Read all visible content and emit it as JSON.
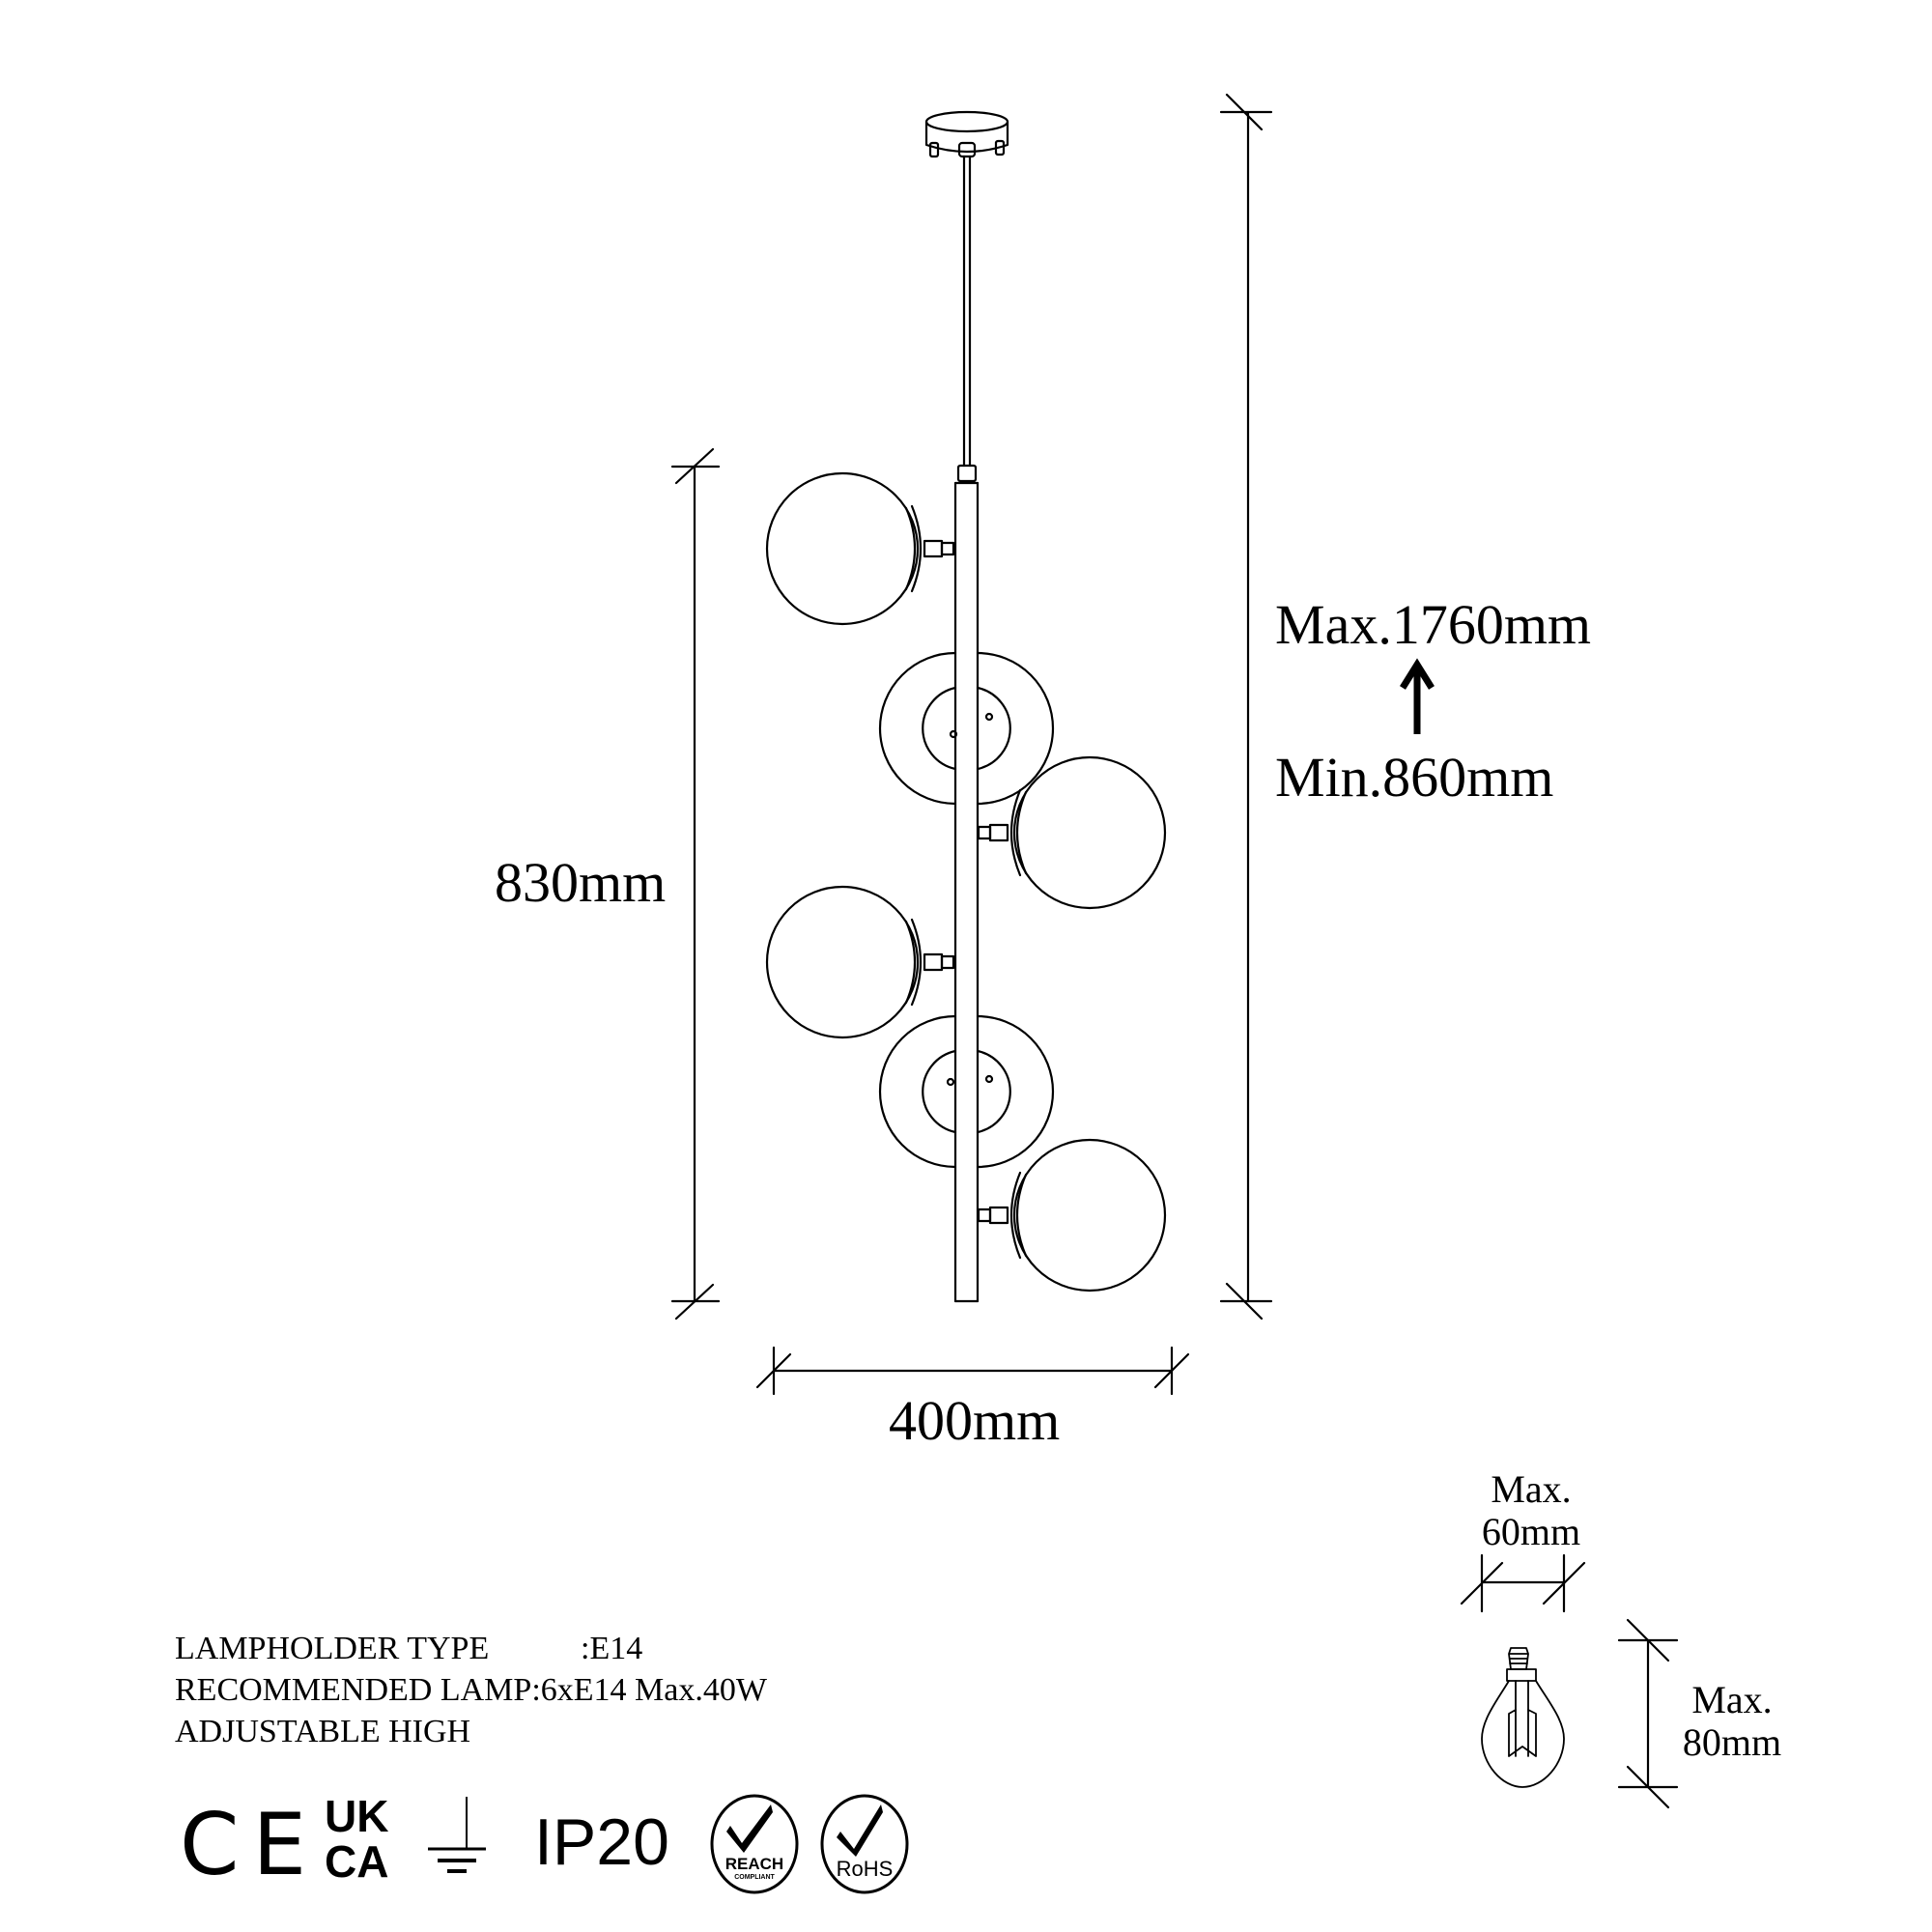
{
  "drawing": {
    "title": "Pendant lamp technical drawing",
    "stroke_color": "#000000",
    "background": "#ffffff"
  },
  "dimensions": {
    "height_body": "830mm",
    "width": "400mm",
    "height_max": "Max.1760mm",
    "height_min": "Min.860mm",
    "adjust_arrow_icon": "arrow-up-icon"
  },
  "bulb": {
    "width_label_line1": "Max.",
    "width_label_line2": "60mm",
    "height_label_line1": "Max.",
    "height_label_line2": "80mm",
    "icon": "e14-filament-bulb-icon"
  },
  "specs": [
    {
      "key": "LAMPHOLDER TYPE",
      "sep": ": ",
      "value": "E14"
    },
    {
      "key": "RECOMMENDED LAMP",
      "sep": ": ",
      "value": "6xE14 Max.40W"
    },
    {
      "key": "ADJUSTABLE HIGH",
      "sep": "",
      "value": ""
    }
  ],
  "certifications": {
    "ce": "CE",
    "ukca_top": "UK",
    "ukca_bottom": "CA",
    "ground_icon": "ground-symbol-icon",
    "ip_rating": "IP20",
    "reach_label": "REACH",
    "reach_sub": "COMPLIANT",
    "rohs_label": "RoHS"
  }
}
